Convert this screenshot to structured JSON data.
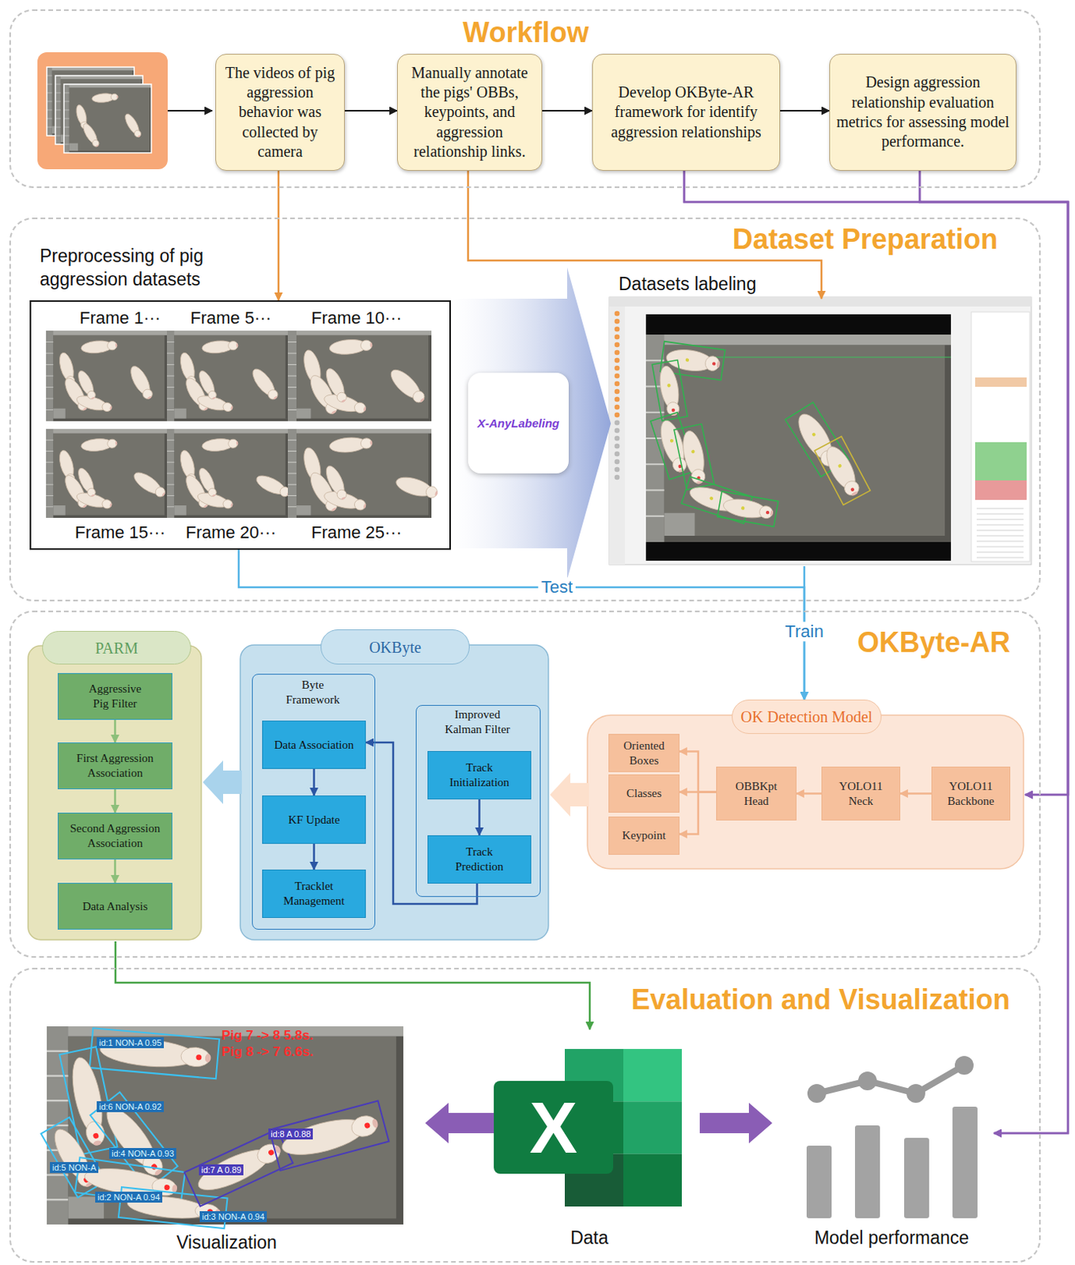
{
  "diagram": {
    "nodes": [
      {
        "text": [
          "Workflow"
        ]
      },
      {
        "text": [
          "The videos of pig aggression behavior was collected by camera"
        ],
        "in": 0
      },
      {
        "text": [
          "Manually annotate the pigs' OBBs, keypoints, and aggression relationship links."
        ],
        "in": 0
      },
      {
        "text": [
          "Develop OKByte-AR framework for identify aggression relationships"
        ],
        "in": 0
      },
      {
        "text": [
          "Design aggression relationship evaluation metrics for assessing model performance."
        ],
        "in": 0
      },
      {
        "text": [
          "Dataset Preparation"
        ]
      },
      {
        "text": [
          "Preprocessing of pig aggression datasets",
          "Frame 1···",
          "Frame 5···",
          "Frame 10···",
          "Frame 15···",
          "Frame 20···",
          "Frame 25···"
        ],
        "in": 5
      },
      {
        "text": [
          "X-AnyLabeling"
        ],
        "in": 5
      },
      {
        "text": [
          "Datasets labeling"
        ],
        "in": 5
      },
      {
        "text": [
          "OKByte-AR"
        ]
      },
      {
        "text": [
          "PARM"
        ],
        "in": 9
      },
      {
        "text": [
          "Aggressive Pig Filter"
        ],
        "in": 10
      },
      {
        "text": [
          "First Aggression Association"
        ],
        "in": 10
      },
      {
        "text": [
          "Second Aggression Association"
        ],
        "in": 10
      },
      {
        "text": [
          "Data Analysis"
        ],
        "in": 10
      },
      {
        "text": [
          "OKByte"
        ],
        "in": 9
      },
      {
        "text": [
          "Byte Framework"
        ],
        "in": 15
      },
      {
        "text": [
          "Data Association"
        ],
        "in": 16
      },
      {
        "text": [
          "KF Update"
        ],
        "in": 16
      },
      {
        "text": [
          "Tracklet Management"
        ],
        "in": 16
      },
      {
        "text": [
          "Improved Kalman Filter"
        ],
        "in": 15
      },
      {
        "text": [
          "Track Initialization"
        ],
        "in": 20
      },
      {
        "text": [
          "Track Prediction"
        ],
        "in": 20
      },
      {
        "text": [
          "OK Detection Model"
        ],
        "in": 9
      },
      {
        "text": [
          "Oriented Boxes"
        ],
        "in": 23
      },
      {
        "text": [
          "Classes"
        ],
        "in": 23
      },
      {
        "text": [
          "Keypoint"
        ],
        "in": 23
      },
      {
        "text": [
          "OBBKpt Head"
        ],
        "in": 23
      },
      {
        "text": [
          "YOLO11 Neck"
        ],
        "in": 23
      },
      {
        "text": [
          "YOLO11 Backbone"
        ],
        "in": 23
      },
      {
        "text": [
          "Evaluation and Visualization"
        ]
      },
      {
        "text": [
          "Visualization"
        ],
        "in": 30
      },
      {
        "text": [
          "Data"
        ],
        "in": 30
      },
      {
        "text": [
          "Model performance"
        ],
        "in": 30
      }
    ],
    "edges": [
      {
        "from": 1,
        "to": 2,
        "arrow": "to"
      },
      {
        "from": 2,
        "to": 3,
        "arrow": "to"
      },
      {
        "from": 3,
        "to": 4,
        "arrow": "to"
      },
      {
        "from": 1,
        "to": 6,
        "arrow": "to"
      },
      {
        "from": 2,
        "to": 8,
        "arrow": "to"
      },
      {
        "from": 3,
        "to": 23,
        "arrow": "to"
      },
      {
        "from": 3,
        "to": 33,
        "arrow": "to"
      },
      {
        "from": 4,
        "to": 23,
        "arrow": "to"
      },
      {
        "from": 4,
        "to": 33,
        "arrow": "to"
      },
      {
        "from": 6,
        "to": 8,
        "arrow": "to"
      },
      {
        "from": 6,
        "to": 23,
        "label": "Test",
        "arrow": "to"
      },
      {
        "from": 8,
        "to": 23,
        "label": "Train",
        "arrow": "to"
      },
      {
        "from": 11,
        "to": 12,
        "arrow": "to"
      },
      {
        "from": 12,
        "to": 13,
        "arrow": "to"
      },
      {
        "from": 13,
        "to": 14,
        "arrow": "to"
      },
      {
        "from": 17,
        "to": 18,
        "arrow": "to"
      },
      {
        "from": 18,
        "to": 19,
        "arrow": "to"
      },
      {
        "from": 21,
        "to": 22,
        "arrow": "to"
      },
      {
        "from": 22,
        "to": 17,
        "arrow": "to"
      },
      {
        "from": 23,
        "to": 15,
        "arrow": "to"
      },
      {
        "from": 15,
        "to": 10,
        "arrow": "to"
      },
      {
        "from": 29,
        "to": 28,
        "arrow": "to"
      },
      {
        "from": 28,
        "to": 27,
        "arrow": "to"
      },
      {
        "from": 27,
        "to": 24,
        "arrow": "to"
      },
      {
        "from": 27,
        "to": 25,
        "arrow": "to"
      },
      {
        "from": 27,
        "to": 26,
        "arrow": "to"
      },
      {
        "from": 10,
        "to": 32,
        "arrow": "to"
      },
      {
        "from": 32,
        "to": 31,
        "arrow": "to"
      },
      {
        "from": 32,
        "to": 33,
        "arrow": "to"
      }
    ],
    "labels": [
      "Pig 7 -> 8 5.8s.",
      "Pig 8 -> 7 6.6s.",
      "id:1 NON-A 0.95",
      "id:6 NON-A 0.92",
      "id:5 NON-A",
      "id:4 NON-A 0.93",
      "id:7 A 0.89",
      "id:8 A 0.88",
      "id:2 NON-A 0.94",
      "id:3 NON-A 0.94",
      "X"
    ]
  }
}
